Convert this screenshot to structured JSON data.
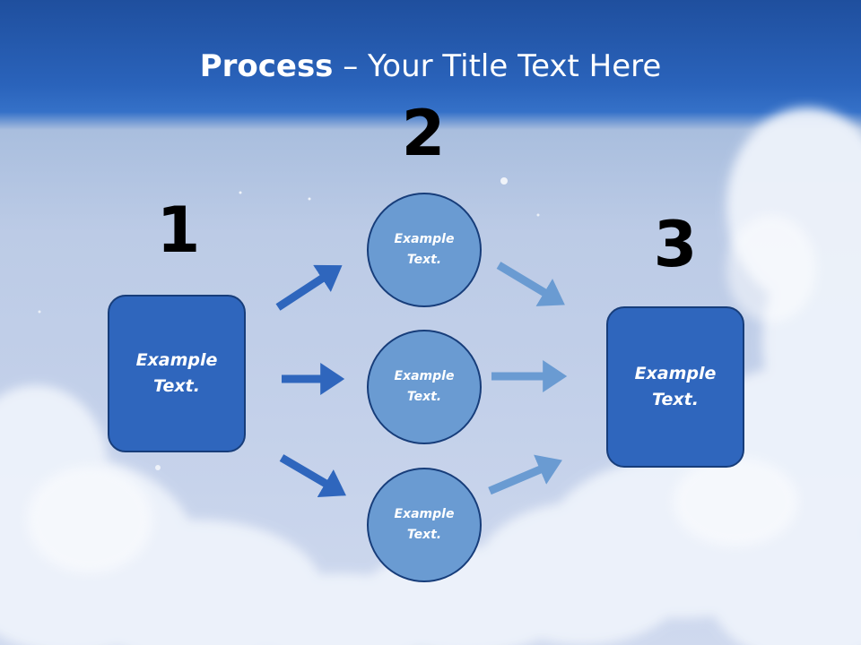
{
  "title": {
    "bold": "Process",
    "rest": " – Your Title Text Here"
  },
  "steps": [
    {
      "number": "1",
      "text": "Example\nText."
    },
    {
      "number": "2",
      "text": "Example\nText."
    },
    {
      "number": "3",
      "text": "Example\nText."
    }
  ],
  "middle": [
    {
      "text": "Example\nText."
    },
    {
      "text": "Example\nText."
    },
    {
      "text": "Example\nText."
    }
  ],
  "colors": {
    "header": "#2a63bb",
    "box_fill": "#2f66bd",
    "circle_fill": "#6a9bd2",
    "arrow_dark": "#2f66bd",
    "arrow_light": "#6a9bd2",
    "outline": "#173d7a"
  }
}
